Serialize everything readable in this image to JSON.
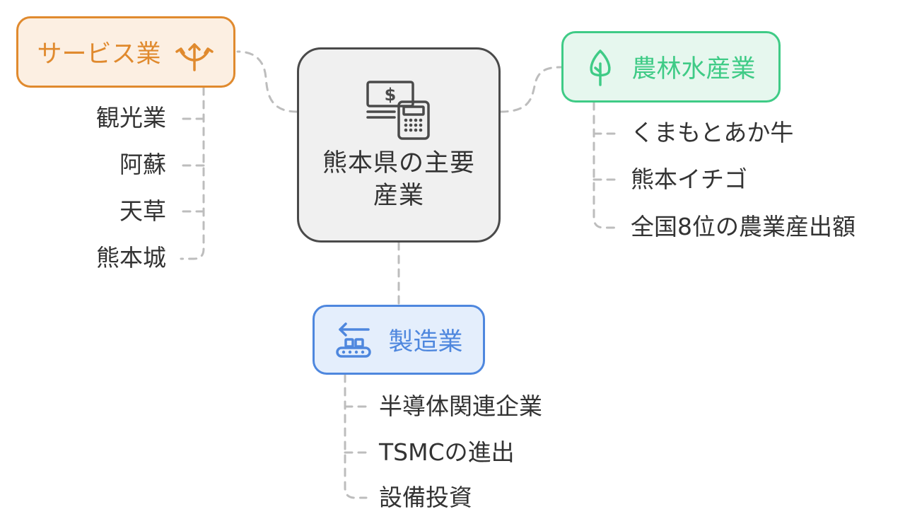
{
  "center": {
    "title": "熊本県の主要産業",
    "icon": "money-calculator-icon"
  },
  "branches": {
    "service": {
      "label": "サービス業",
      "icon": "branching-arrows-icon",
      "color": "#e08a2e",
      "items": [
        "観光業",
        "阿蘇",
        "天草",
        "熊本城"
      ]
    },
    "agriculture": {
      "label": "農林水産業",
      "icon": "tree-icon",
      "color": "#3fcb86",
      "items": [
        "くまもとあか牛",
        "熊本イチゴ",
        "全国8位の農業産出額"
      ]
    },
    "manufacturing": {
      "label": "製造業",
      "icon": "conveyor-belt-icon",
      "color": "#4e87de",
      "items": [
        "半導体関連企業",
        "TSMCの進出",
        "設備投資"
      ]
    }
  }
}
